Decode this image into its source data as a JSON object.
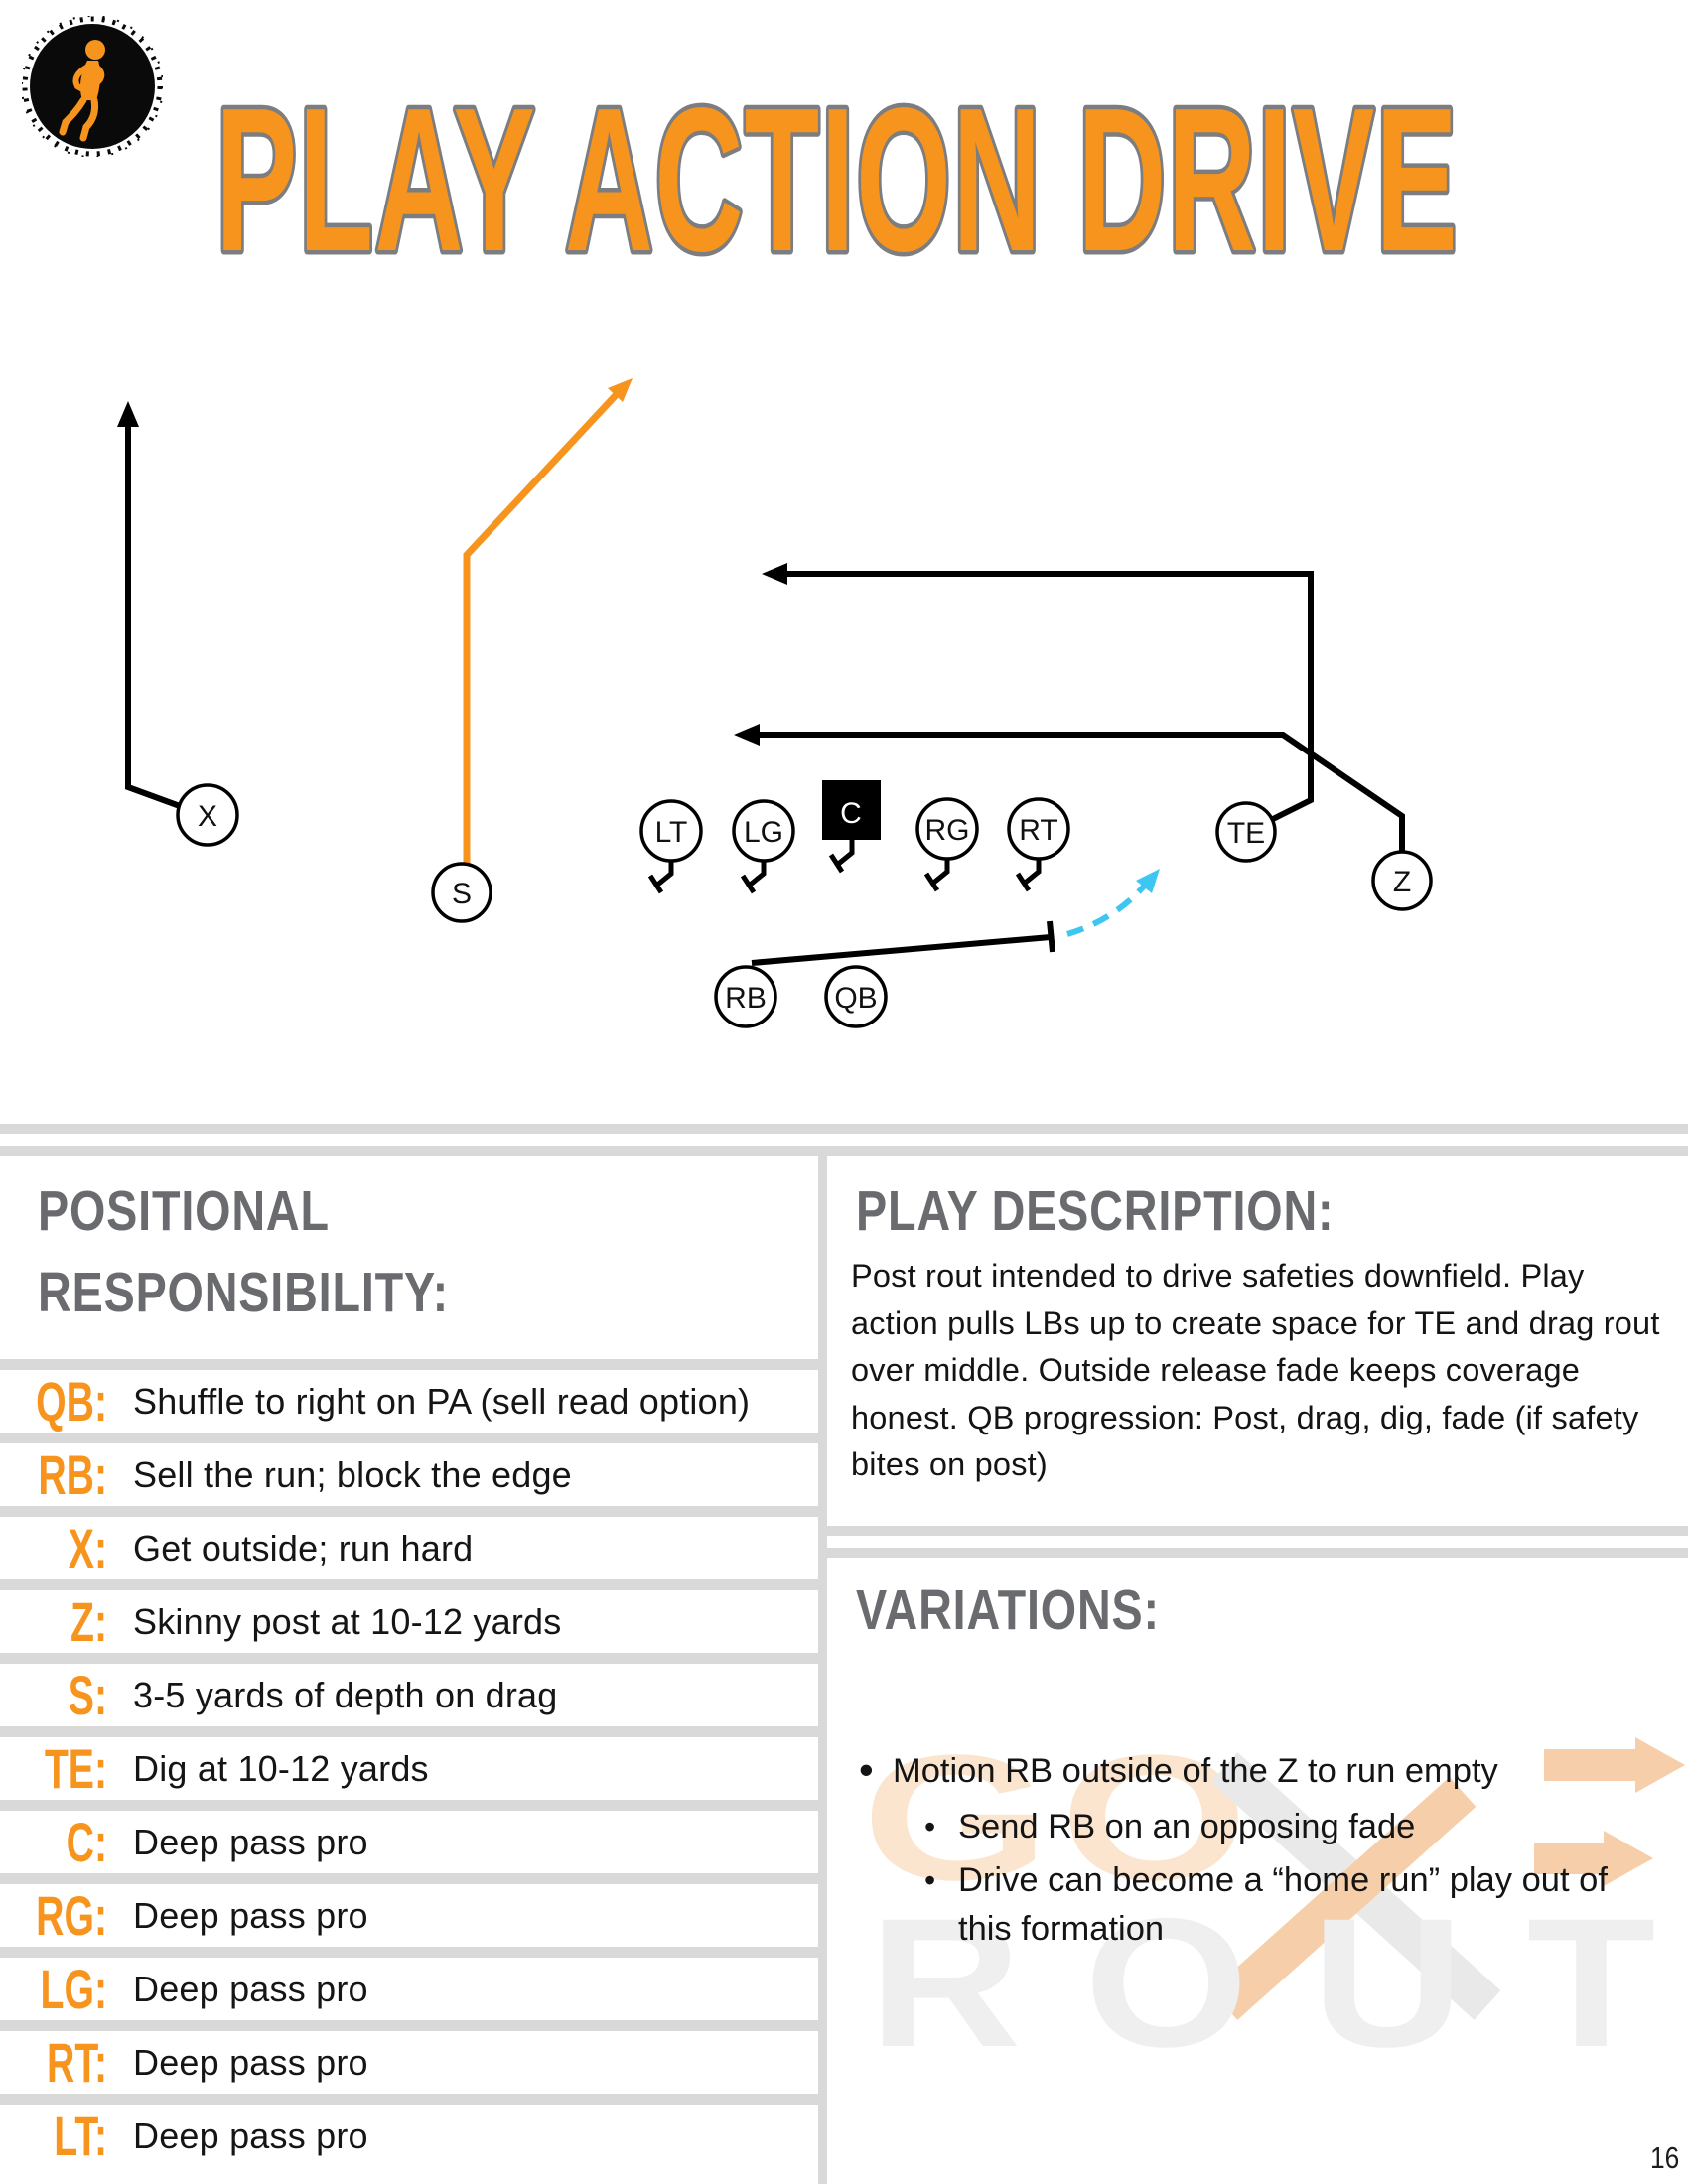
{
  "header": {
    "title": "PLAY ACTION DRIVE",
    "logo_icon": "football-player-icon"
  },
  "colors": {
    "accent_orange": "#F7941D",
    "title_outline_gray": "#7B7D80",
    "header_gray": "#696B6E",
    "divider_gray": "#D9D9D9",
    "route_black": "#000000",
    "motion_cyan": "#3EC6F2",
    "watermark_peach": "#FBE5CF",
    "watermark_gray": "#EFEFF0"
  },
  "diagram": {
    "players": [
      {
        "id": "X",
        "label": "X"
      },
      {
        "id": "S",
        "label": "S"
      },
      {
        "id": "LT",
        "label": "LT"
      },
      {
        "id": "LG",
        "label": "LG"
      },
      {
        "id": "C",
        "label": "C"
      },
      {
        "id": "RG",
        "label": "RG"
      },
      {
        "id": "RT",
        "label": "RT"
      },
      {
        "id": "TE",
        "label": "TE"
      },
      {
        "id": "Z",
        "label": "Z"
      },
      {
        "id": "RB",
        "label": "RB"
      },
      {
        "id": "QB",
        "label": "QB"
      }
    ]
  },
  "positional": {
    "title_line1": "POSITIONAL",
    "title_line2": "RESPONSIBILITY:",
    "rows": [
      {
        "label": "QB:",
        "text": "Shuffle to right on PA (sell read option)"
      },
      {
        "label": "RB:",
        "text": "Sell the run; block the edge"
      },
      {
        "label": "X:",
        "text": "Get outside; run hard"
      },
      {
        "label": "Z:",
        "text": "Skinny post at 10-12 yards"
      },
      {
        "label": "S:",
        "text": "3-5 yards of depth on drag"
      },
      {
        "label": "TE:",
        "text": "Dig at 10-12 yards"
      },
      {
        "label": "C:",
        "text": "Deep pass pro"
      },
      {
        "label": "RG:",
        "text": "Deep pass pro"
      },
      {
        "label": "LG:",
        "text": "Deep pass pro"
      },
      {
        "label": "RT:",
        "text": "Deep pass pro"
      },
      {
        "label": "LT:",
        "text": "Deep pass pro"
      }
    ]
  },
  "description": {
    "title": "PLAY DESCRIPTION:",
    "body": "Post rout intended to drive safeties downfield. Play\naction pulls LBs up to create space for TE and drag rout\nover middle. Outside release fade keeps coverage\nhonest. QB progression: Post, drag, dig, fade (if safety\nbites on post)"
  },
  "variations": {
    "title": "VARIATIONS:",
    "bullets": [
      {
        "level": 1,
        "text": "Motion RB outside of the Z to run empty"
      },
      {
        "level": 2,
        "text": "Send RB on an opposing fade"
      },
      {
        "level": 2,
        "text": "Drive can become a “home run” play out of\nthis formation"
      }
    ]
  },
  "watermark": {
    "line1": "GO",
    "line2": "ROUT"
  },
  "page": {
    "number": "16"
  }
}
